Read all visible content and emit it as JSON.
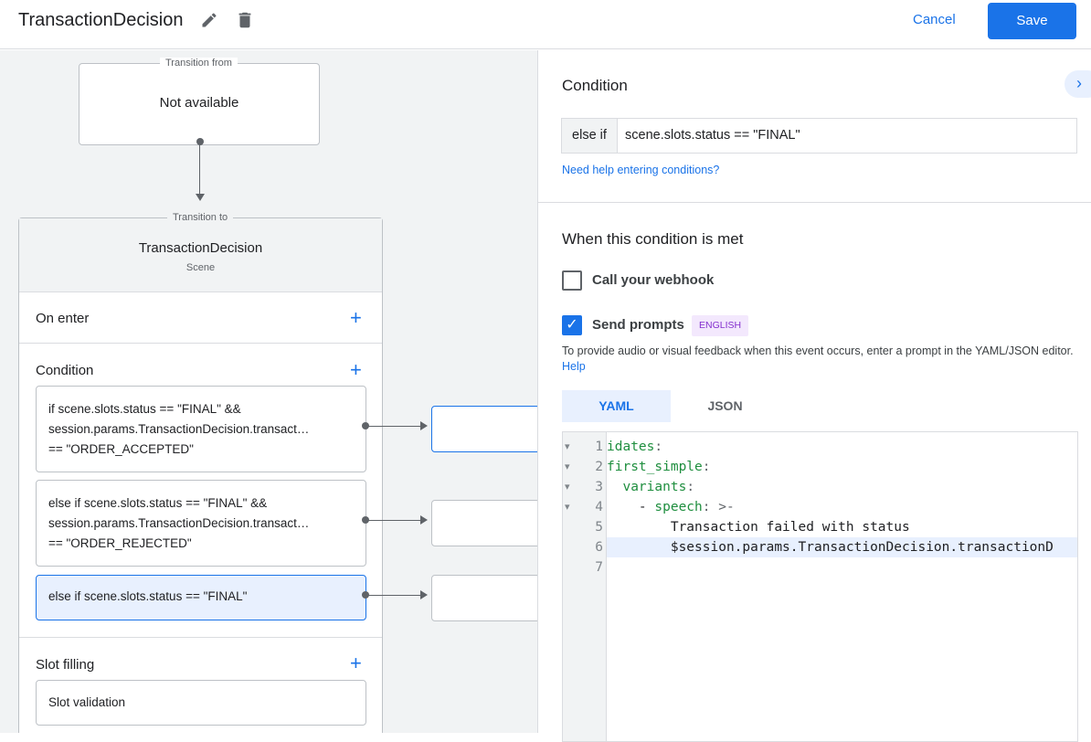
{
  "header": {
    "title": "TransactionDecision",
    "cancel_label": "Cancel",
    "save_label": "Save",
    "edit_icon": "pencil-icon",
    "delete_icon": "trash-icon"
  },
  "canvas": {
    "transition_from": {
      "legend": "Transition from",
      "value": "Not available"
    },
    "transition_to": {
      "legend": "Transition to",
      "scene_name": "TransactionDecision",
      "scene_type": "Scene"
    },
    "on_enter": "On enter",
    "condition": "Condition",
    "conditions": [
      {
        "lines": [
          "if scene.slots.status == \"FINAL\" &&",
          "session.params.TransactionDecision.transact…",
          "== \"ORDER_ACCEPTED\""
        ]
      },
      {
        "lines": [
          "else if scene.slots.status == \"FINAL\" &&",
          "session.params.TransactionDecision.transact…",
          "== \"ORDER_REJECTED\""
        ]
      },
      {
        "lines": [
          "else if scene.slots.status == \"FINAL\""
        ],
        "selected": true
      }
    ],
    "slot_filling": "Slot filling",
    "slot_validation": "Slot validation"
  },
  "panel": {
    "condition_heading": "Condition",
    "condition_prefix": "else if",
    "condition_value": "scene.slots.status == \"FINAL\"",
    "help_link": "Need help entering conditions?",
    "met_heading": "When this condition is met",
    "webhook_label": "Call your webhook",
    "webhook_checked": false,
    "prompts_label": "Send prompts",
    "prompts_checked": true,
    "language_badge": "ENGLISH",
    "hint": "To provide audio or visual feedback when this event occurs, enter a prompt in the YAML/JSON editor.",
    "hint_link": "Help",
    "tabs": [
      {
        "label": "YAML",
        "active": true
      },
      {
        "label": "JSON",
        "active": false
      }
    ],
    "code_lines": [
      {
        "n": "1",
        "fold": true,
        "text": "idates:"
      },
      {
        "n": "2",
        "fold": true,
        "text": "first_simple:"
      },
      {
        "n": "3",
        "fold": true,
        "text": "  variants:"
      },
      {
        "n": "4",
        "fold": true,
        "text": "    - speech: >-"
      },
      {
        "n": "5",
        "fold": false,
        "text": "        Transaction failed with status"
      },
      {
        "n": "6",
        "fold": false,
        "text": "        $session.params.TransactionDecision.transactionD"
      },
      {
        "n": "7",
        "fold": false,
        "text": ""
      }
    ]
  },
  "colors": {
    "accent": "#1a73e8",
    "selected_bg": "#e8f0fe",
    "code_green": "#1e8e3e",
    "badge_bg": "#f3e8fd",
    "badge_text": "#8430ce"
  }
}
